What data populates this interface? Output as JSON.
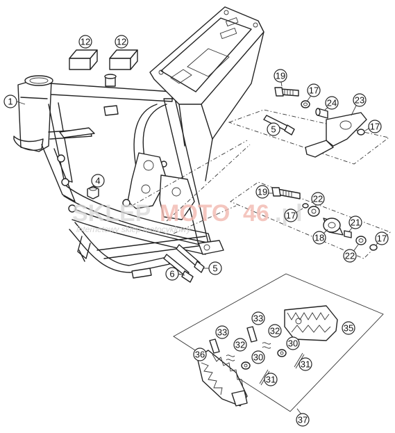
{
  "watermark": {
    "brand_left": "SKLEP",
    "brand_mid": "MOTO",
    "brand_num": "46",
    "brand_tld": ".pl",
    "tagline": "internetowy sklep motocyklowy"
  },
  "callouts": [
    "1",
    "12",
    "12",
    "4",
    "5",
    "5",
    "6",
    "17",
    "17",
    "17",
    "17",
    "18",
    "19",
    "19",
    "21",
    "22",
    "22",
    "23",
    "24",
    "30",
    "30",
    "31",
    "31",
    "32",
    "32",
    "33",
    "33",
    "35",
    "36",
    "37"
  ]
}
